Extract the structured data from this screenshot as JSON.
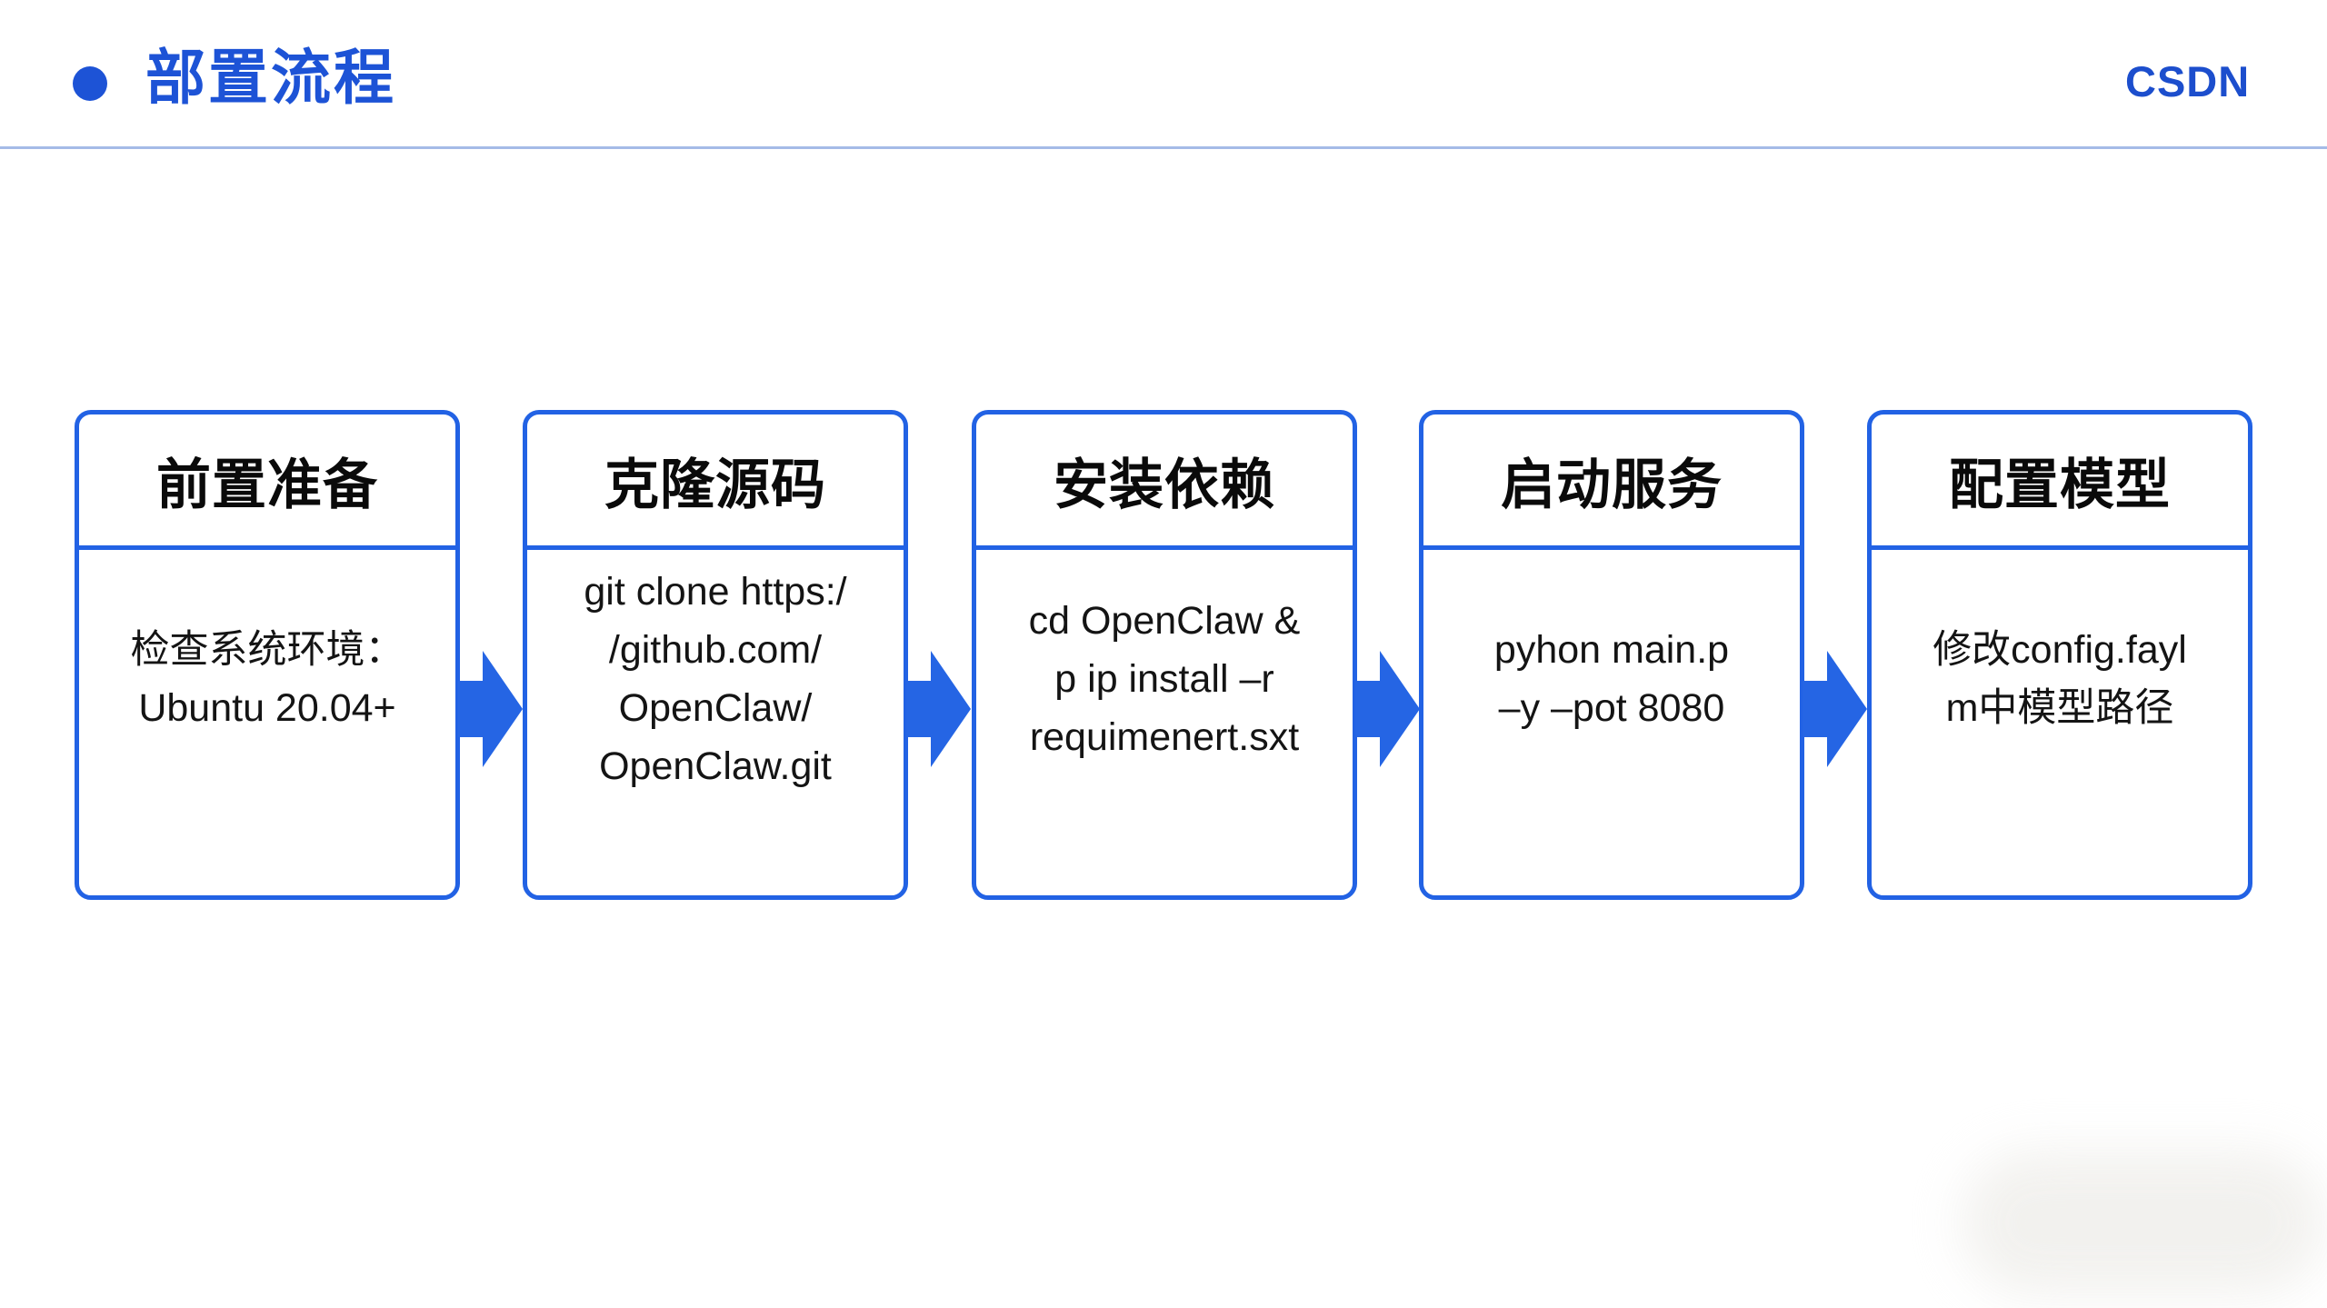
{
  "colors": {
    "accent_blue": "#2262e4",
    "title_blue": "#1d53d6",
    "logo_blue": "#1c4ecd",
    "divider_blue": "#a5bbe7",
    "body_text": "#141414"
  },
  "header": {
    "title": "部置流程",
    "brand": "CSDN"
  },
  "flow": {
    "steps": [
      {
        "title": "前置准备",
        "body": "检查系统环境：\nUbuntu 20.04+"
      },
      {
        "title": "克隆源码",
        "body": "git clone https:/\n/github.com/\nOpenClaw/\nOpenClaw.git"
      },
      {
        "title": "安装依赖",
        "body": "cd OpenClaw &\np ip install –r\nrequimenert.sxt"
      },
      {
        "title": "启动服务",
        "body": "pyhon main.p\n–y –pot 8080"
      },
      {
        "title": "配置模型",
        "body": "修改config.fayl\nm中模型路径"
      }
    ]
  }
}
